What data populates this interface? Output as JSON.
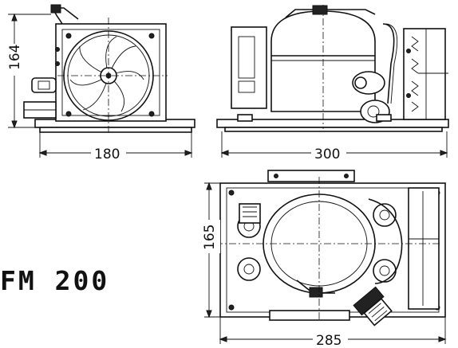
{
  "drawing": {
    "model_label": "FM 200",
    "front_view": {
      "height_dim": "164",
      "width_dim": "180"
    },
    "side_view": {
      "width_dim": "300"
    },
    "top_view": {
      "depth_dim": "165",
      "width_dim": "285"
    }
  }
}
